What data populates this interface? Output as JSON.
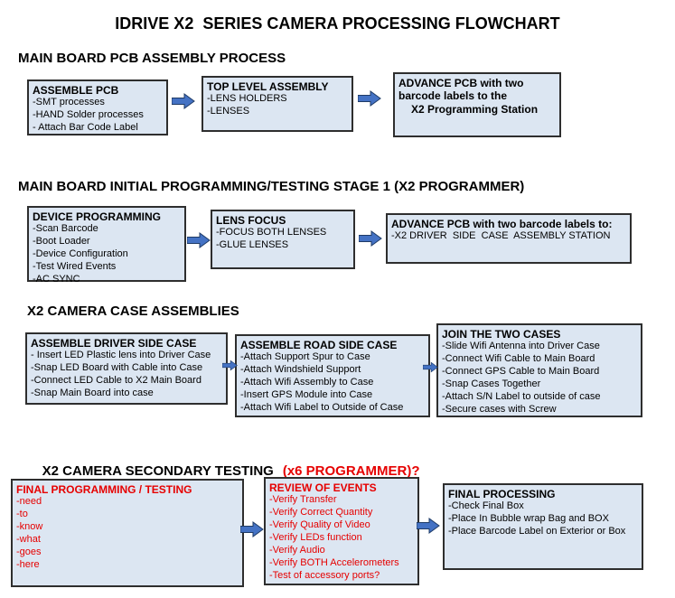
{
  "title": "IDRIVE X2  SERIES CAMERA PROCESSING FLOWCHART",
  "colors": {
    "box_fill": "#dce6f2",
    "box_border": "#2e2e2e",
    "accent_red": "#e60000",
    "arrow_blue": "#4472c4"
  },
  "sections": [
    {
      "header": "MAIN BOARD PCB ASSEMBLY PROCESS",
      "boxes": [
        {
          "title": "ASSEMBLE PCB",
          "lines": [
            "-SMT processes",
            "-HAND Solder processes",
            "- Attach Bar Code Label"
          ]
        },
        {
          "title": "TOP LEVEL ASSEMBLY",
          "lines": [
            "-LENS HOLDERS",
            "-LENSES"
          ]
        },
        {
          "title": "ADVANCE PCB with two barcode labels to the",
          "title2": "X2 Programming Station",
          "lines": []
        }
      ]
    },
    {
      "header": "MAIN BOARD INITIAL PROGRAMMING/TESTING STAGE 1 (X2 PROGRAMMER)",
      "boxes": [
        {
          "title": "DEVICE PROGRAMMING",
          "lines": [
            "-Scan Barcode",
            "-Boot Loader",
            "-Device Configuration",
            "-Test Wired Events",
            "-AC SYNC"
          ]
        },
        {
          "title": "LENS FOCUS",
          "lines": [
            "-FOCUS BOTH LENSES",
            "-GLUE LENSES"
          ]
        },
        {
          "title": "ADVANCE PCB with two barcode labels to:",
          "lines": [
            "-X2 DRIVER  SIDE  CASE  ASSEMBLY STATION"
          ]
        }
      ]
    },
    {
      "header": "X2 CAMERA CASE ASSEMBLIES",
      "boxes": [
        {
          "title": "ASSEMBLE DRIVER SIDE CASE",
          "lines": [
            "- Insert LED Plastic lens into Driver Case",
            "-Snap LED Board with Cable into Case",
            "-Connect LED Cable to X2 Main Board",
            "-Snap Main Board into case"
          ]
        },
        {
          "title": "ASSEMBLE ROAD SIDE CASE",
          "lines": [
            "-Attach Support Spur to Case",
            "-Attach Windshield Support",
            "-Attach Wifi Assembly to Case",
            "-Insert GPS Module into Case",
            "-Attach Wifi Label to Outside of Case"
          ]
        },
        {
          "title": "JOIN THE TWO CASES",
          "lines": [
            "-Slide Wifi Antenna into Driver Case",
            "-Connect Wifi Cable to Main Board",
            "-Connect GPS Cable to Main Board",
            "-Snap Cases Together",
            "-Attach S/N Label to outside of case",
            "-Secure cases with Screw"
          ]
        }
      ]
    },
    {
      "header": "X2 CAMERA SECONDARY TESTING",
      "header_accent": "(x6 PROGRAMMER)?",
      "boxes": [
        {
          "title": "FINAL PROGRAMMING / TESTING",
          "lines": [
            "-need",
            "-to",
            "-know",
            "-what",
            "-goes",
            "-here"
          ]
        },
        {
          "title": "REVIEW OF EVENTS",
          "lines": [
            "-Verify Transfer",
            "-Verify Correct Quantity",
            "-Verify Quality of Video",
            "-Verify LEDs function",
            "-Verify Audio",
            "-Verify BOTH Accelerometers",
            "-Test of accessory ports?"
          ]
        },
        {
          "title": "FINAL PROCESSING",
          "lines": [
            "-Check Final Box",
            "-Place In Bubble wrap Bag and BOX",
            "-Place Barcode Label on Exterior or Box"
          ]
        }
      ]
    }
  ]
}
